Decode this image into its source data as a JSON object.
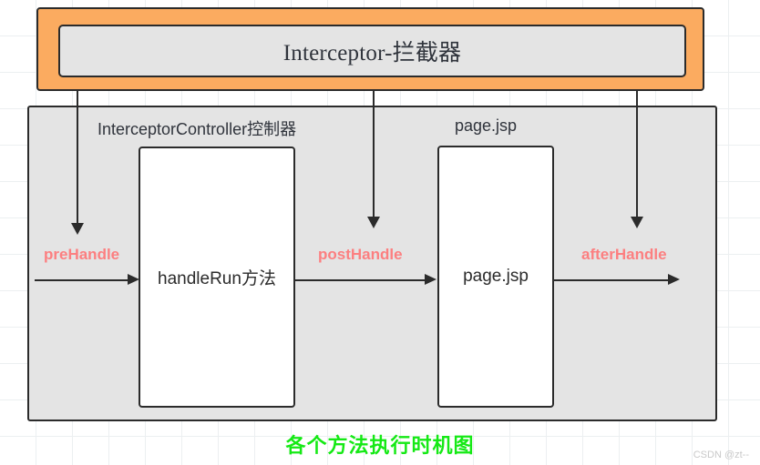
{
  "diagram": {
    "interceptor_band": {
      "title": "Interceptor-拦截器",
      "fill_color": "#fbab60",
      "inner_fill_color": "#e4e4e4"
    },
    "stage": {
      "fill_color": "#e4e4e4",
      "captions": [
        {
          "id": "controller",
          "label": "InterceptorController控制器"
        },
        {
          "id": "page",
          "label": "page.jsp"
        }
      ],
      "nodes": [
        {
          "id": "handlerun",
          "label": "handleRun方法"
        },
        {
          "id": "pagejsp",
          "label": "page.jsp"
        }
      ],
      "method_labels": [
        {
          "id": "pre",
          "label": "preHandle",
          "color": "#fc7f80"
        },
        {
          "id": "post",
          "label": "postHandle",
          "color": "#fc7f80"
        },
        {
          "id": "after",
          "label": "afterHandle",
          "color": "#fc7f80"
        }
      ]
    },
    "figure_caption": {
      "label": "各个方法执行时机图",
      "color": "#15e915"
    },
    "watermark": {
      "label": "CSDN @zt--"
    }
  }
}
